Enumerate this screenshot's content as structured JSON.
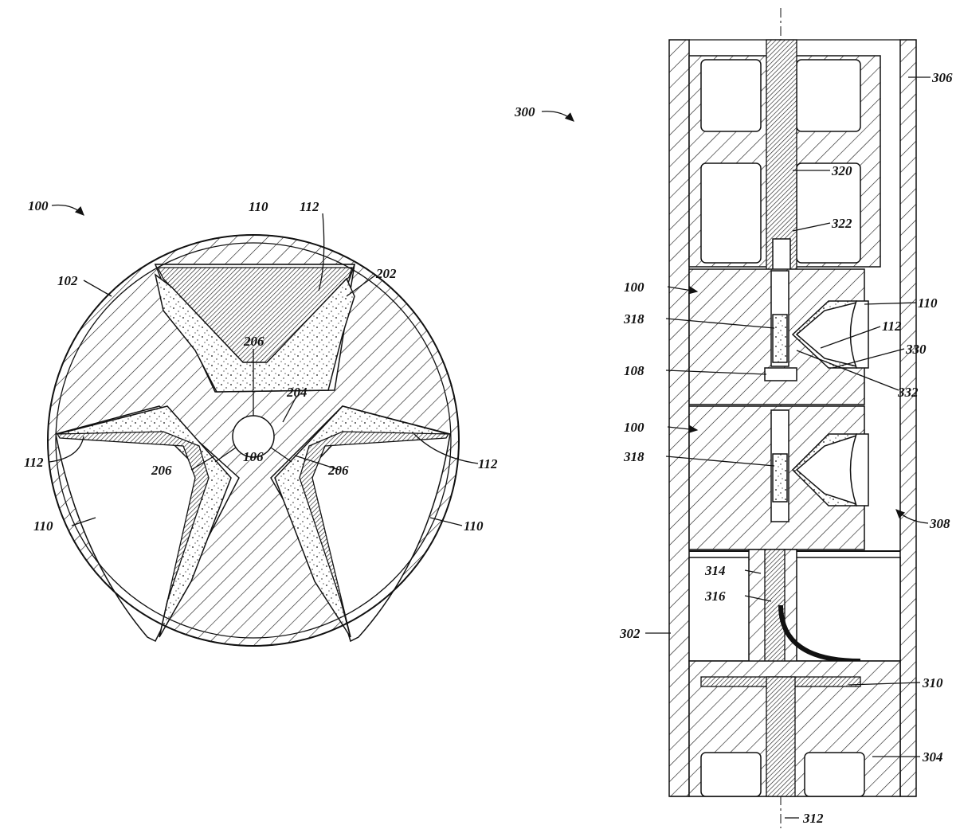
{
  "figure_left": {
    "ref": "100",
    "labels": {
      "l110_top": "110",
      "l112_top": "112",
      "l102": "102",
      "l202": "202",
      "l206_top": "206",
      "l204": "204",
      "l112_left": "112",
      "l206_left": "206",
      "l106": "106",
      "l206_right": "206",
      "l112_right": "112",
      "l110_left": "110",
      "l110_right": "110"
    }
  },
  "figure_right": {
    "ref": "300",
    "labels": {
      "l306": "306",
      "l320": "320",
      "l322": "322",
      "l100_a": "100",
      "l110": "110",
      "l318_a": "318",
      "l112": "112",
      "l330": "330",
      "l108": "108",
      "l332": "332",
      "l100_b": "100",
      "l318_b": "318",
      "l308": "308",
      "l314": "314",
      "l316": "316",
      "l302": "302",
      "l310": "310",
      "l304": "304",
      "l312": "312"
    }
  }
}
